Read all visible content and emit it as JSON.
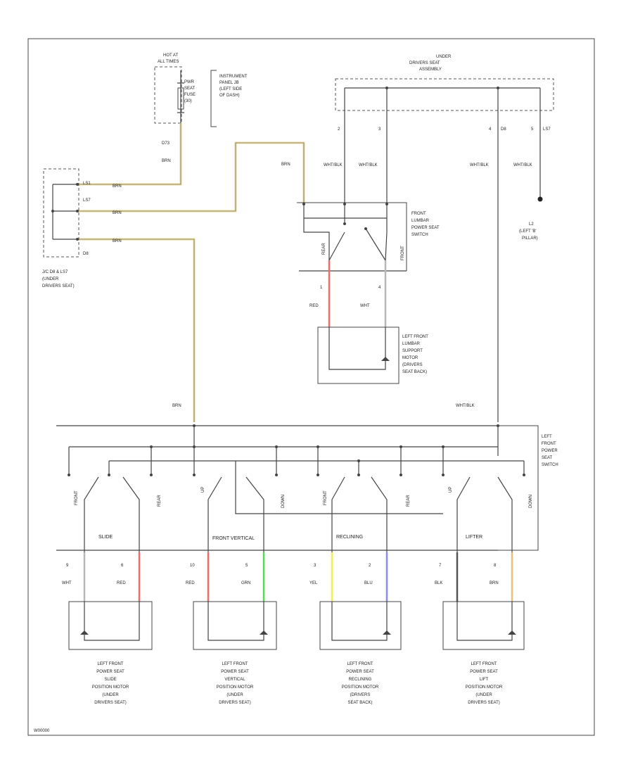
{
  "fuse": {
    "location": [
      "HOT AT",
      "ALL TIMES"
    ],
    "name": [
      "PWR",
      "SEAT",
      "FUSE",
      "(30)"
    ],
    "junction": [
      "INSTRUMENT",
      "PANEL JB",
      "(LEFT SIDE",
      "OF DASH)"
    ],
    "pin": "D73",
    "wire": "BRN"
  },
  "jc": {
    "pins": [
      "LS1",
      "LS7",
      "D8"
    ],
    "wires": [
      "BRN",
      "BRN",
      "BRN"
    ],
    "label": [
      "J/C D8 & LS7",
      "(UNDER",
      "DRIVERS SEAT)"
    ]
  },
  "under_seat": {
    "label": [
      "UNDER",
      "DRIVERS SEAT",
      "ASSEMBLY"
    ],
    "pins": [
      "2",
      "3",
      "4",
      "5"
    ],
    "pin_tags": [
      "D8",
      "LS7"
    ],
    "wires": [
      "WHT/BLK",
      "WHT/BLK",
      "WHT/BLK",
      "WHT/BLK"
    ]
  },
  "ground": {
    "label": [
      "L2",
      "(LEFT 'B'",
      "PILLAR)"
    ]
  },
  "lumbar_switch": {
    "label": [
      "FRONT",
      "LUMBAR",
      "POWER SEAT",
      "SWITCH"
    ],
    "wire_in": "BRN",
    "positions": [
      "REAR",
      "FRONT"
    ],
    "pins": [
      "1",
      "4"
    ],
    "wires": [
      "RED",
      "WHT"
    ]
  },
  "lumbar_motor": {
    "label": [
      "LEFT FRONT",
      "LUMBAR",
      "SUPPORT",
      "MOTOR",
      "(DRIVERS",
      "SEAT BACK)"
    ]
  },
  "seat_switch": {
    "label": [
      "LEFT",
      "FRONT",
      "POWER",
      "SEAT",
      "SWITCH"
    ],
    "wire_in_left": "BRN",
    "wire_in_right": "WHT/BLK",
    "sections": [
      "SLIDE",
      "FRONT VERTICAL",
      "RECLINING",
      "LIFTER"
    ],
    "positions": [
      "FRONT",
      "REAR",
      "UP",
      "DOWN",
      "FRONT",
      "REAR",
      "UP",
      "DOWN"
    ]
  },
  "motor_wires": [
    {
      "pin": "9",
      "wire": "WHT",
      "color": "#b8b8b8"
    },
    {
      "pin": "6",
      "wire": "RED",
      "color": "#f06c6c"
    },
    {
      "pin": "10",
      "wire": "RED",
      "color": "#f06c6c"
    },
    {
      "pin": "5",
      "wire": "GRN",
      "color": "#4fdc4f"
    },
    {
      "pin": "3",
      "wire": "YEL",
      "color": "#f0f050"
    },
    {
      "pin": "2",
      "wire": "BLU",
      "color": "#8a8aff"
    },
    {
      "pin": "7",
      "wire": "BLK",
      "color": "#555555"
    },
    {
      "pin": "8",
      "wire": "BRN",
      "color": "#e8c07a"
    }
  ],
  "motors": [
    [
      "LEFT FRONT",
      "POWER SEAT",
      "SLIDE",
      "POSITION MOTOR",
      "(UNDER",
      "DRIVERS SEAT)"
    ],
    [
      "LEFT FRONT",
      "POWER SEAT",
      "VERTICAL",
      "POSITION MOTOR",
      "(UNDER",
      "DRIVERS SEAT)"
    ],
    [
      "LEFT FRONT",
      "POWER SEAT",
      "RECLINING",
      "POSITION MOTOR",
      "(DRIVERS",
      "SEAT BACK)"
    ],
    [
      "LEFT FRONT",
      "POWER SEAT",
      "LIFT",
      "POSITION MOTOR",
      "(UNDER",
      "DRIVERS SEAT)"
    ]
  ],
  "colors": {
    "brn_wire": "#e8d79a",
    "red": "#f06c6c",
    "green": "#4fdc4f",
    "yellow": "#f0f050",
    "blue": "#8a8aff"
  },
  "figure_id": "W00000"
}
